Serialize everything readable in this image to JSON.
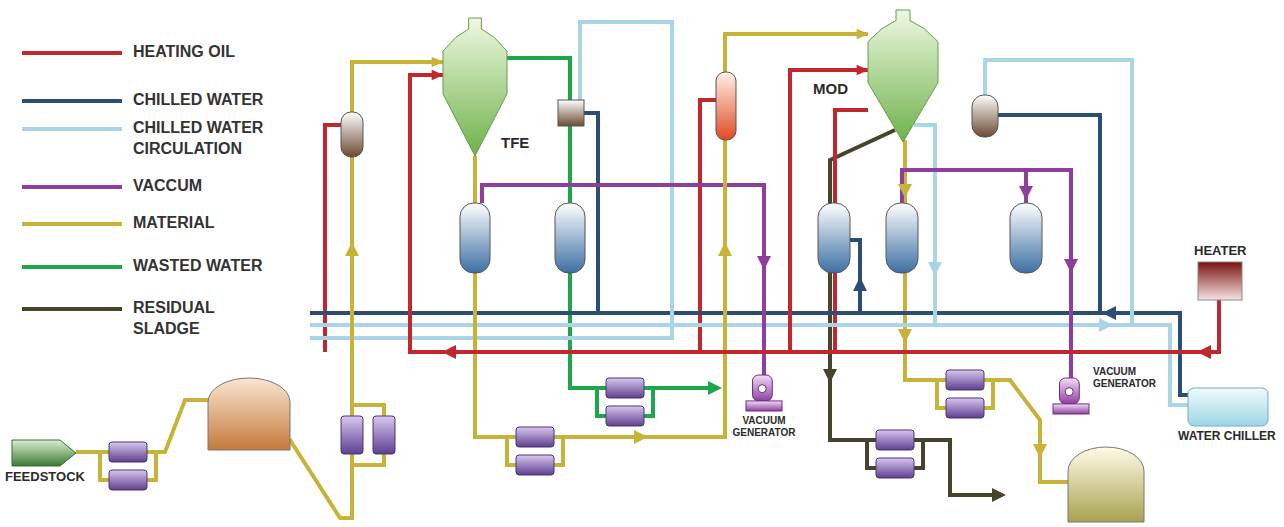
{
  "diagram": {
    "nodes": [
      {
        "text": [
          "TFE"
        ]
      },
      {
        "text": [
          "MOD"
        ]
      },
      {
        "text": [
          "HEATER"
        ]
      },
      {
        "text": [
          "VACUUM GENERATOR"
        ]
      },
      {
        "text": [
          "WATER CHILLER"
        ]
      },
      {
        "text": [
          "VACUUM GENERATOR"
        ]
      },
      {
        "text": [
          "FEEDSTOCK"
        ]
      }
    ],
    "edges": [
      {
        "from": 6,
        "to": 0,
        "arrow": "to"
      },
      {
        "from": 0,
        "to": 1,
        "arrow": "to"
      },
      {
        "from": 2,
        "to": 0,
        "arrow": "to"
      },
      {
        "from": 2,
        "to": 1,
        "arrow": "to"
      }
    ],
    "legend": [
      {
        "text": "HEATING OIL",
        "color": "#c1272d"
      },
      {
        "text": "CHILLED WATER",
        "color": "#2c4e73"
      },
      {
        "text": "CHILLED WATER CIRCULATION",
        "color": "#a9d5e5"
      },
      {
        "text": "VACCUM",
        "color": "#8e3f9e"
      },
      {
        "text": "MATERIAL",
        "color": "#c8b33a"
      },
      {
        "text": "WASTED WATER",
        "color": "#1ca84a"
      },
      {
        "text": "RESIDUAL SLADGE",
        "color": "#46442a"
      }
    ]
  }
}
